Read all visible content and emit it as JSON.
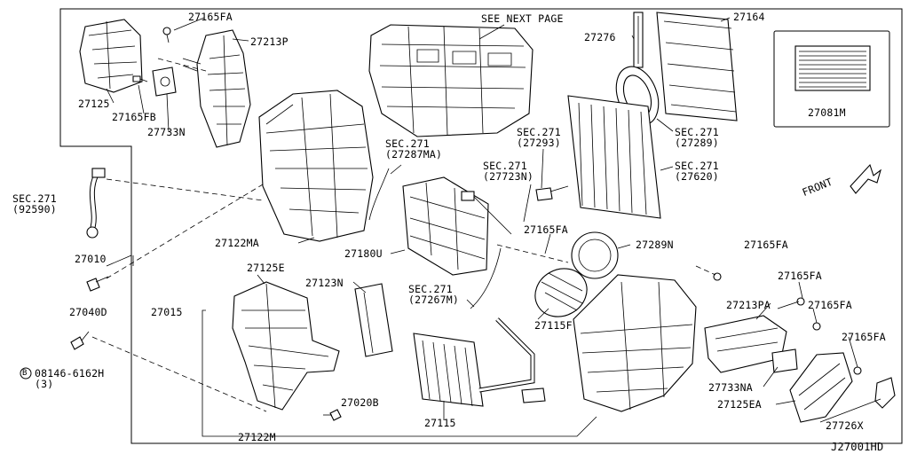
{
  "diagram_code": "J27001HD",
  "front_label": "FRONT",
  "callouts": {
    "p27165FA_1": "27165FA",
    "p27213P": "27213P",
    "see_next_page": "SEE NEXT PAGE",
    "p27276": "27276",
    "p27164": "27164",
    "p27125": "27125",
    "p27165FB": "27165FB",
    "p27733N": "27733N",
    "p27081M": "27081M",
    "sec271_27287MA": "SEC.271\n(27287MA)",
    "sec271_27293": "SEC.271\n(27293)",
    "sec271_27289": "SEC.271\n(27289)",
    "sec271_27723N": "SEC.271\n(27723N)",
    "sec271_27620": "SEC.271\n(27620)",
    "sec271_92590": "SEC.271\n(92590)",
    "p27122MA": "27122MA",
    "p27180U": "27180U",
    "p27165FA_2": "27165FA",
    "p27289N": "27289N",
    "p27165FA_3": "27165FA",
    "p27010": "27010",
    "p27125E": "27125E",
    "p27123N": "27123N",
    "sec271_27267M": "SEC.271\n(27267M)",
    "p27165FA_4": "27165FA",
    "p27040D": "27040D",
    "p27015": "27015",
    "p27213PA": "27213PA",
    "p27165FA_5": "27165FA",
    "p27115F": "27115F",
    "p27165FA_6": "27165FA",
    "bolt_08146": "08146-6162H\n(3)",
    "bolt_prefix": "B",
    "p27733NA": "27733NA",
    "p27020B": "27020B",
    "p27125EA": "27125EA",
    "p27115": "27115",
    "p27726X": "27726X",
    "p27122M": "27122M"
  }
}
